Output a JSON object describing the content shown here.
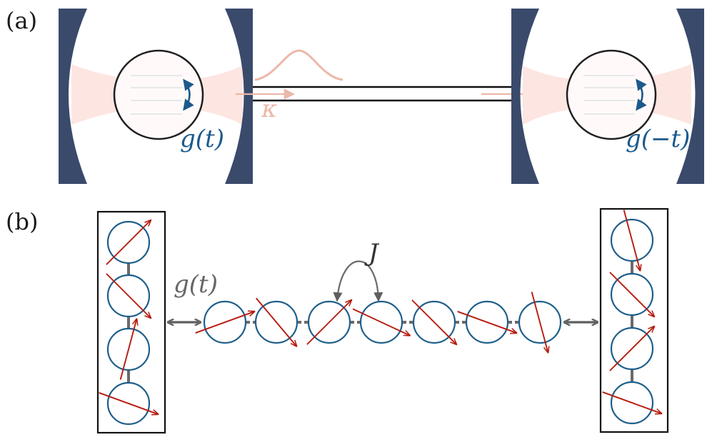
{
  "panels": {
    "a": {
      "label": "(a)"
    },
    "b": {
      "label": "(b)"
    }
  },
  "labels": {
    "coupling_left": "g(t)",
    "coupling_right": "g(−t)",
    "decay": "κ",
    "coupling_b": "g(t)",
    "hopping": "J"
  },
  "colors": {
    "mirror": "#3a4a6b",
    "beam": "#fde5e2",
    "atom_outline": "#1f1f1f",
    "arrow_blue": "#1c5a8c",
    "photon_pink": "#ecb8a8",
    "waveguide": "#111111",
    "qubit_circle": "#1f5f8b",
    "spin_arrow": "#b51c0f",
    "link_gray": "#6a6a6a"
  },
  "chain": {
    "left_register_angles": [
      45,
      -45,
      75,
      -20
    ],
    "right_register_angles": [
      -75,
      -45,
      45,
      -20
    ],
    "middle_angles": [
      20,
      -50,
      45,
      -25,
      -45,
      -20,
      -75
    ]
  }
}
